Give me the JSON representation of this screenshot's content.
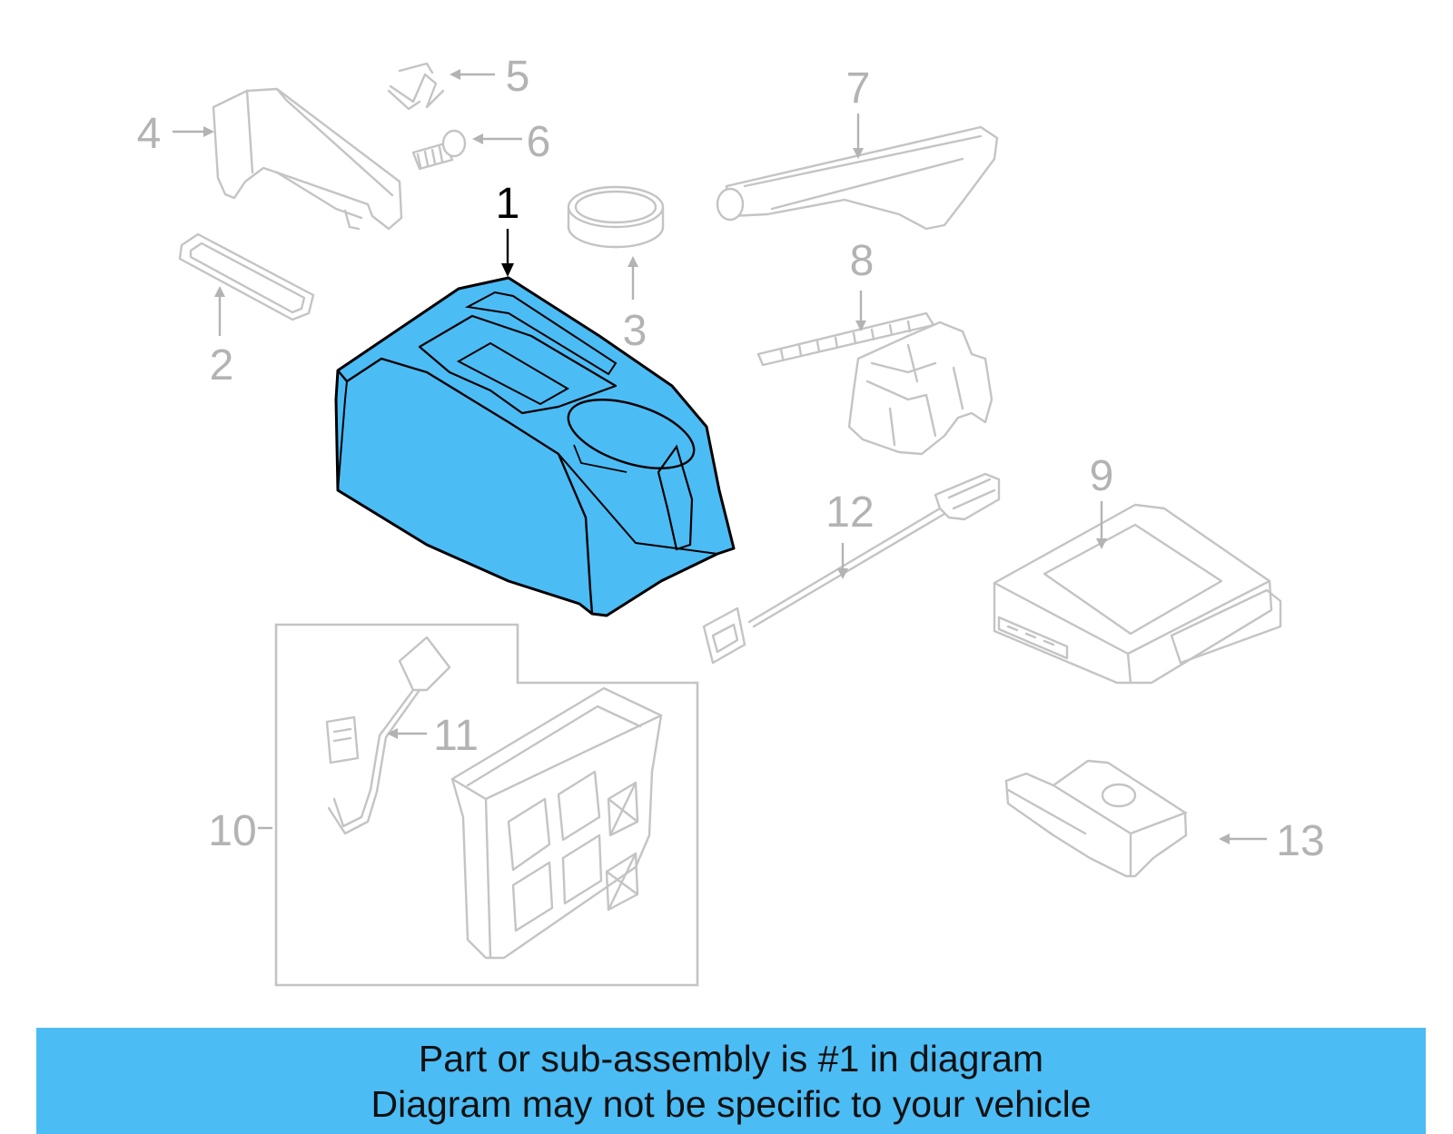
{
  "colors": {
    "highlight": "#4cbcf5",
    "ghost": "#c4c4c4",
    "label": "#b3b3b3",
    "active": "#000000"
  },
  "callouts": {
    "c1": "1",
    "c2": "2",
    "c3": "3",
    "c4": "4",
    "c5": "5",
    "c6": "6",
    "c7": "7",
    "c8": "8",
    "c9": "9",
    "c10": "10",
    "c11": "11",
    "c12": "12",
    "c13": "13"
  },
  "banner": {
    "line1": "Part or sub-assembly is #1 in diagram",
    "line2": "Diagram may not be specific to your vehicle"
  }
}
